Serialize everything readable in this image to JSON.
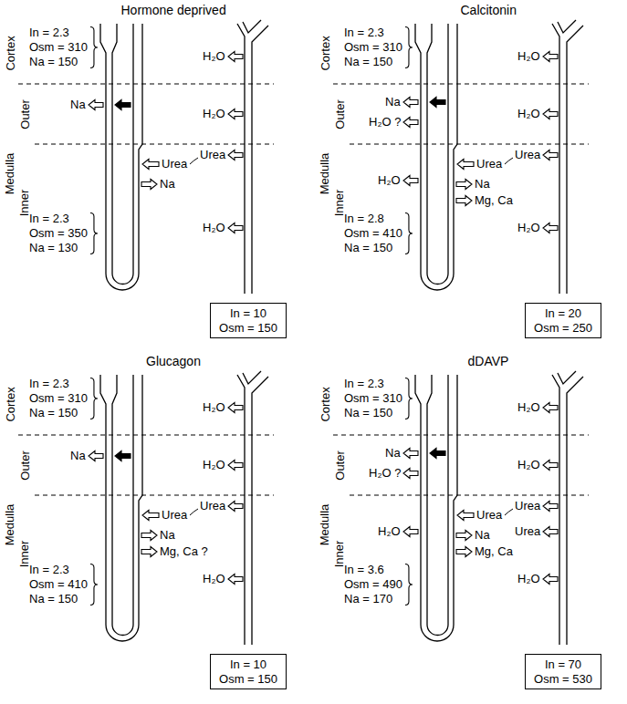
{
  "diagram": {
    "nodes": [
      {
        "text": [
          "In = 10",
          "Osm = 150"
        ]
      },
      {
        "text": [
          "In = 20",
          "Osm = 250"
        ]
      },
      {
        "text": [
          "In = 10",
          "Osm = 150"
        ]
      },
      {
        "text": [
          "In = 70",
          "Osm = 530"
        ]
      }
    ],
    "labels": [
      "Hormone deprived",
      "Cortex",
      "Outer",
      "Medulla",
      "Inner",
      "In = 2.3",
      "Osm = 310",
      "Na = 150",
      "Na",
      "Urea",
      "Urea",
      "Na",
      "In = 2.3",
      "Osm = 350",
      "Na = 130",
      "H₂O",
      "H₂O",
      "H₂O",
      "Calcitonin",
      "Cortex",
      "Outer",
      "Medulla",
      "Inner",
      "In = 2.3",
      "Osm = 310",
      "Na = 150",
      "Na",
      "H₂O ?",
      "Urea",
      "Urea",
      "H₂O",
      "Na",
      "Mg, Ca",
      "In = 2.8",
      "Osm = 410",
      "Na = 150",
      "H₂O",
      "H₂O",
      "H₂O",
      "Glucagon",
      "Cortex",
      "Outer",
      "Medulla",
      "Inner",
      "In = 2.3",
      "Osm = 310",
      "Na = 150",
      "Na",
      "Urea",
      "Urea",
      "Na",
      "Mg, Ca ?",
      "In = 2.3",
      "Osm = 410",
      "Na = 150",
      "H₂O",
      "H₂O",
      "H₂O",
      "dDAVP",
      "Cortex",
      "Outer",
      "Medulla",
      "Inner",
      "In = 2.3",
      "Osm = 310",
      "Na = 150",
      "Na",
      "H₂O ?",
      "Urea",
      "Urea",
      "Urea",
      "H₂O",
      "Na",
      "Mg, Ca",
      "In = 3.6",
      "Osm = 490",
      "Na = 170",
      "H₂O",
      "H₂O",
      "H₂O"
    ]
  }
}
